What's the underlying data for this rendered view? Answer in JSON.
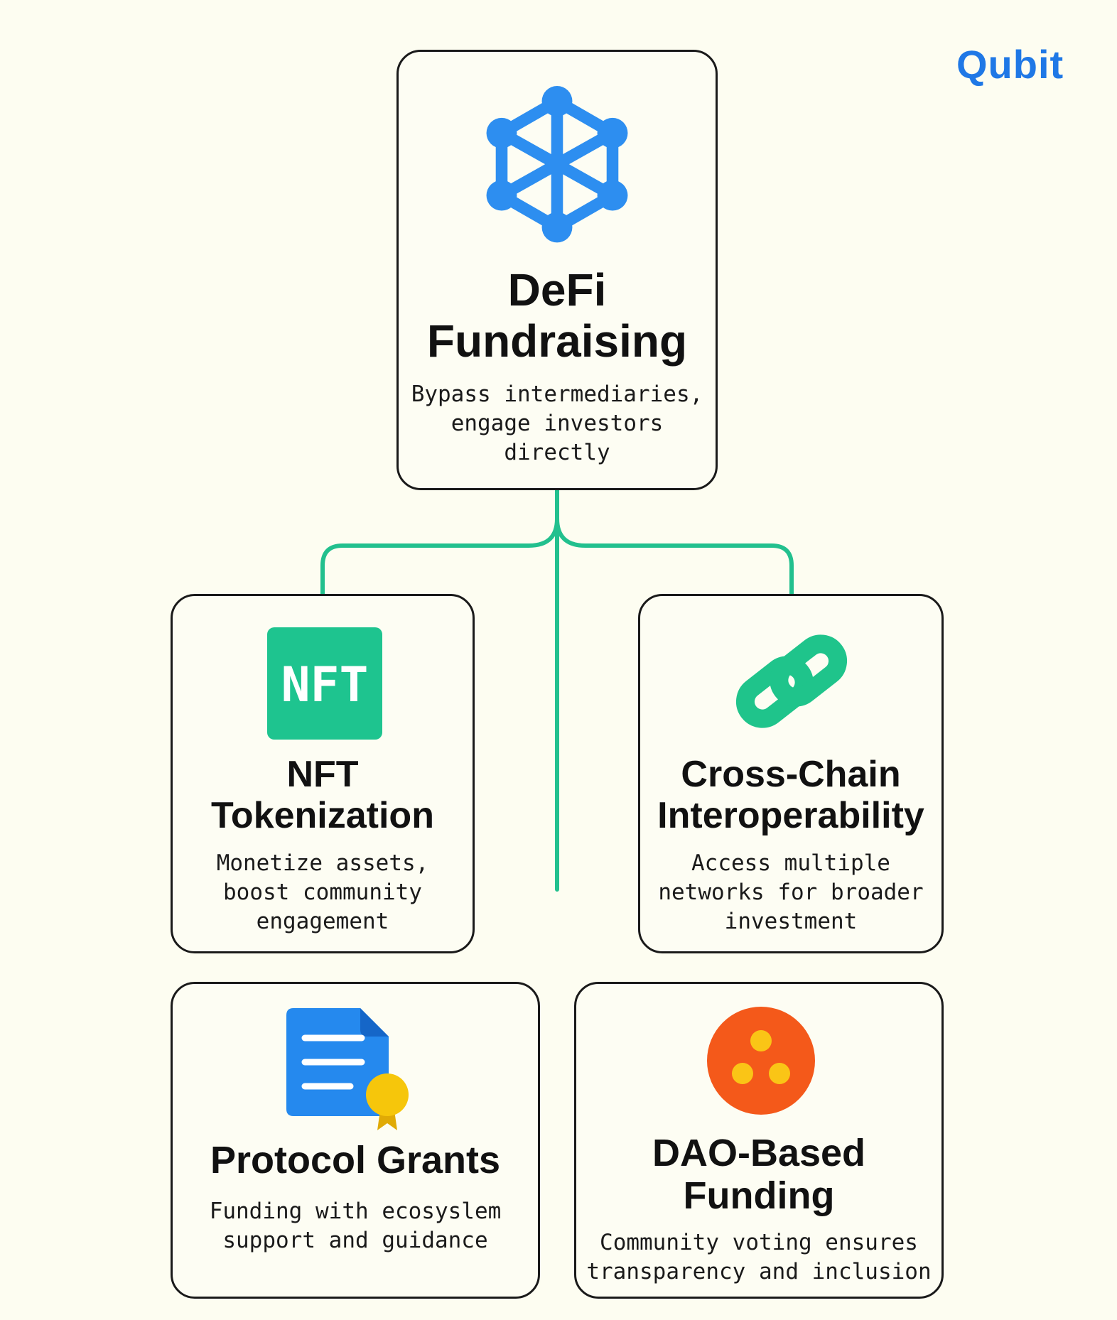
{
  "brand": {
    "logo_text": "Qubit"
  },
  "colors": {
    "background": "#fdfdf1",
    "connector": "#22c08e",
    "network_blue": "#2d8ef0",
    "nft_green": "#1ec48f",
    "chain_green": "#1fc48b",
    "document_blue": "#2589ee",
    "seal_yellow": "#f6c60b",
    "dao_orange": "#f4591a",
    "dao_dots": "#fac516",
    "logo_blue": "#1f78e6",
    "logo_dot": "#f07a12"
  },
  "root": {
    "icon": "network-cube-icon",
    "title_lines": [
      "DeFi",
      "Fundraising"
    ],
    "desc_lines": [
      "Bypass intermediaries,",
      "engage investors",
      "directly"
    ]
  },
  "nft": {
    "icon": "nft-badge-icon",
    "icon_text": "NFT",
    "title_lines": [
      "NFT",
      "Tokenization"
    ],
    "desc_lines": [
      "Monetize assets,",
      "boost community",
      "engagement"
    ]
  },
  "cross_chain": {
    "icon": "chain-link-icon",
    "title_lines": [
      "Cross-Chain",
      "Interoperability"
    ],
    "desc_lines": [
      "Access multiple",
      "networks for broader",
      "investment"
    ]
  },
  "grants": {
    "icon": "document-seal-icon",
    "title_lines": [
      "Protocol Grants"
    ],
    "desc_lines": [
      "Funding with ecosyslem",
      "support and guidance"
    ]
  },
  "dao": {
    "icon": "dao-circle-icon",
    "title_lines": [
      "DAO-Based",
      "Funding"
    ],
    "desc_lines": [
      "Community voting ensures",
      "transparency and inclusion"
    ]
  }
}
